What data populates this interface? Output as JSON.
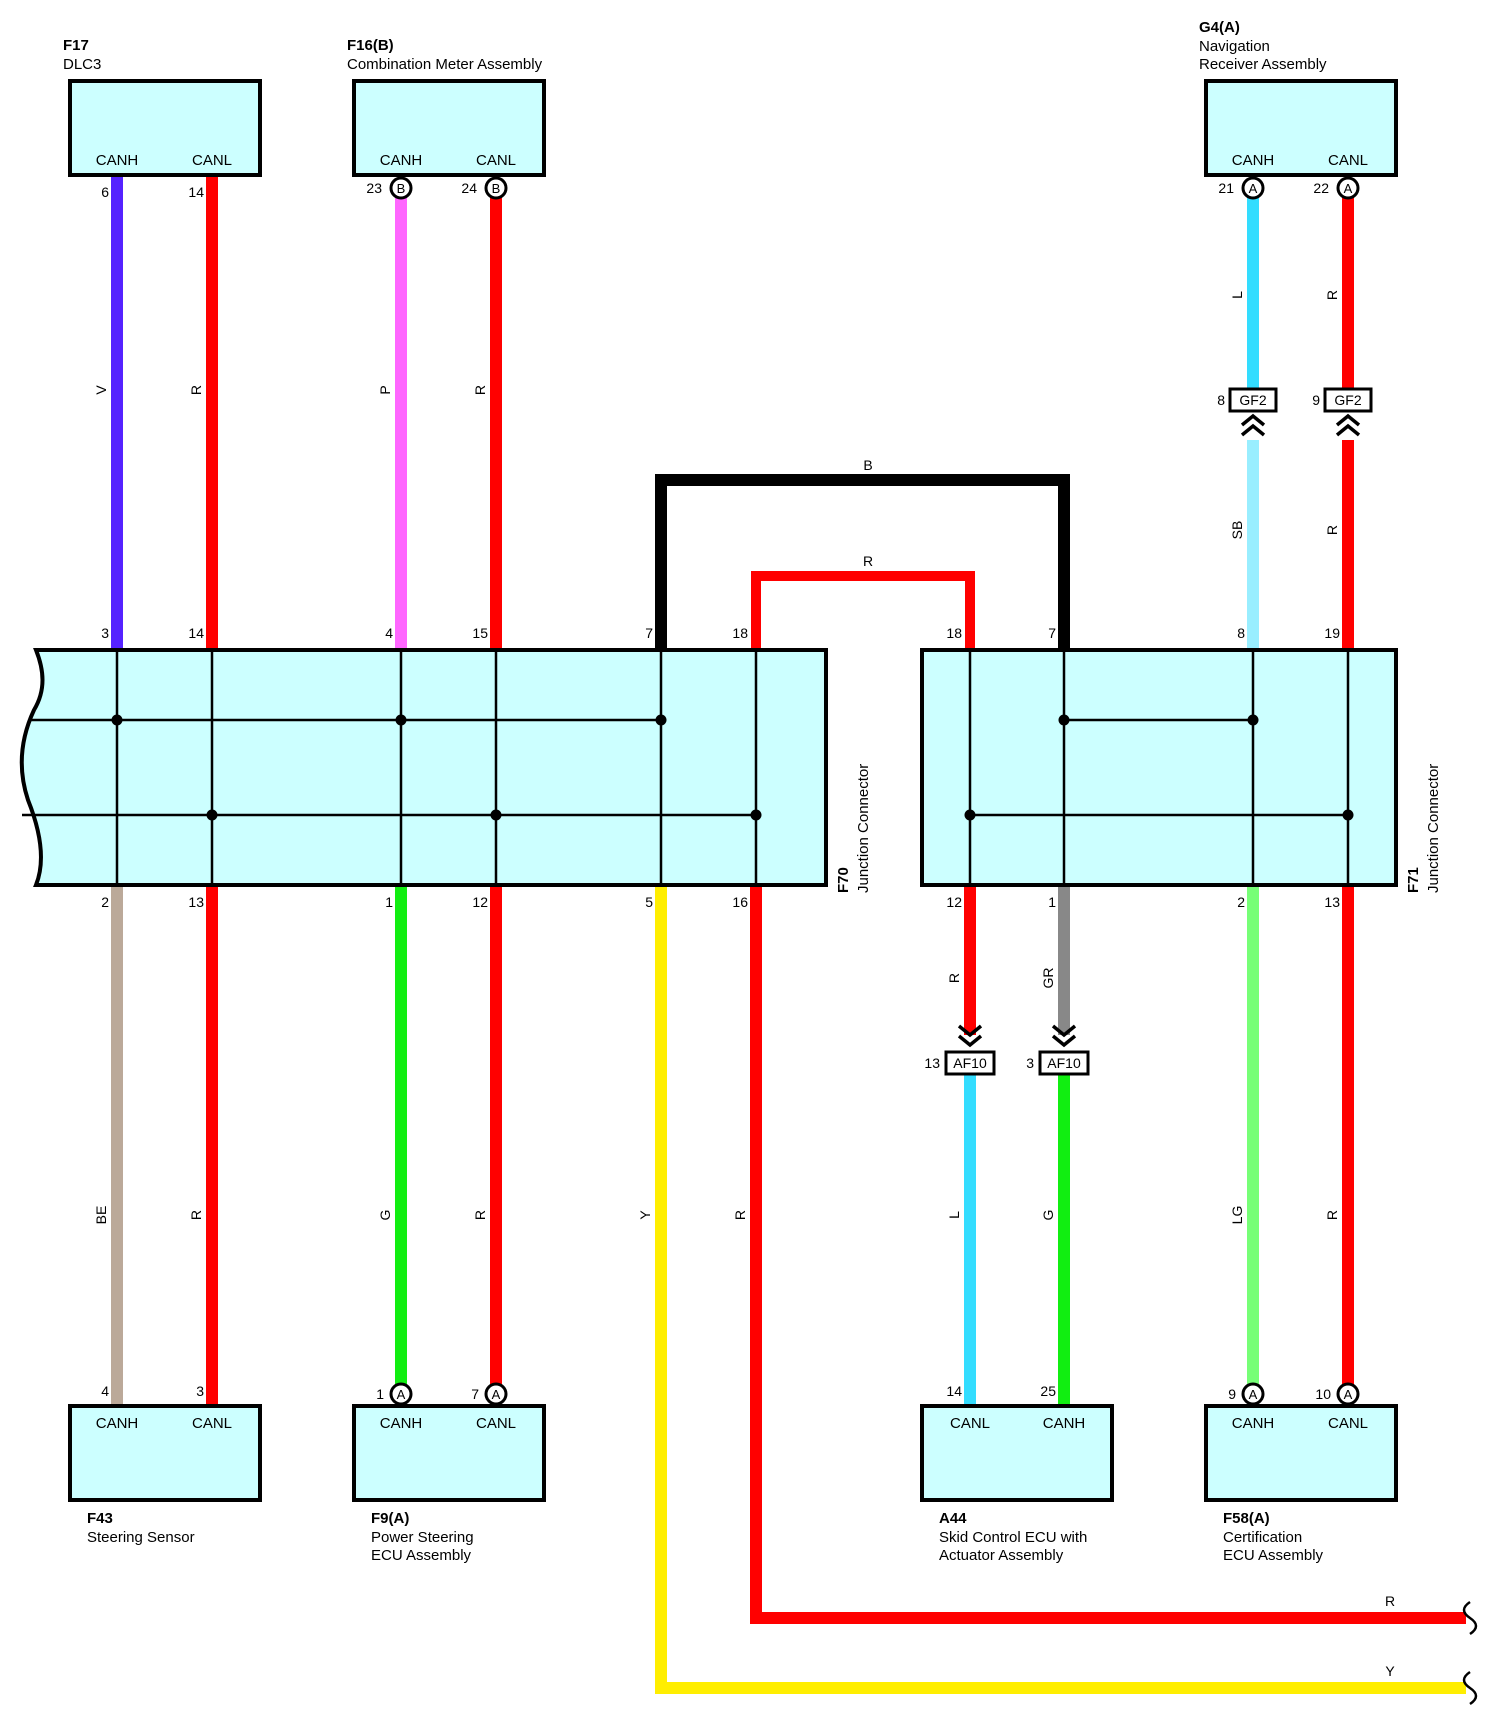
{
  "components": {
    "f17": {
      "code": "F17",
      "name": [
        "DLC3"
      ],
      "pins": [
        "CANH",
        "CANL"
      ],
      "pin_nums": [
        "6",
        "14"
      ]
    },
    "f16": {
      "code": "F16(B)",
      "name": [
        "Combination Meter Assembly"
      ],
      "pins": [
        "CANH",
        "CANL"
      ],
      "pin_nums": [
        "23",
        "24"
      ],
      "badge": "B"
    },
    "g4": {
      "code": "G4(A)",
      "name": [
        "Navigation",
        "Receiver Assembly"
      ],
      "pins": [
        "CANH",
        "CANL"
      ],
      "pin_nums": [
        "21",
        "22"
      ],
      "badge": "A"
    },
    "f43": {
      "code": "F43",
      "name": [
        "Steering Sensor"
      ],
      "pins": [
        "CANH",
        "CANL"
      ],
      "pin_nums": [
        "4",
        "3"
      ]
    },
    "f9": {
      "code": "F9(A)",
      "name": [
        "Power Steering",
        "ECU Assembly"
      ],
      "pins": [
        "CANH",
        "CANL"
      ],
      "pin_nums": [
        "1",
        "7"
      ],
      "badge": "A"
    },
    "a44": {
      "code": "A44",
      "name": [
        "Skid Control ECU with",
        "Actuator Assembly"
      ],
      "pins": [
        "CANL",
        "CANH"
      ],
      "pin_nums": [
        "14",
        "25"
      ]
    },
    "f58": {
      "code": "F58(A)",
      "name": [
        "Certification",
        "ECU Assembly"
      ],
      "pins": [
        "CANH",
        "CANL"
      ],
      "pin_nums": [
        "9",
        "10"
      ],
      "badge": "A"
    }
  },
  "junctions": {
    "f70": {
      "code": "F70",
      "name": "Junction Connector",
      "top_pins": [
        "3",
        "14",
        "4",
        "15",
        "7",
        "18"
      ],
      "bottom_pins": [
        "2",
        "13",
        "1",
        "12",
        "5",
        "16"
      ]
    },
    "f71": {
      "code": "F71",
      "name": "Junction Connector",
      "top_pins": [
        "18",
        "7",
        "8",
        "19"
      ],
      "bottom_pins": [
        "12",
        "1",
        "2",
        "13"
      ]
    }
  },
  "inline_connectors": {
    "gf2_l": {
      "label": "GF2",
      "pin": "8"
    },
    "gf2_r": {
      "label": "GF2",
      "pin": "9"
    },
    "af10_l": {
      "label": "AF10",
      "pin": "13"
    },
    "af10_r": {
      "label": "AF10",
      "pin": "3"
    }
  },
  "wire_labels": {
    "f17_h": "V",
    "f17_l": "R",
    "f16_h": "P",
    "f16_l": "R",
    "g4_h_top": "L",
    "g4_l_top": "R",
    "g4_h_bot": "SB",
    "g4_l_bot": "R",
    "bridge_b": "B",
    "bridge_r": "R",
    "f43_h": "BE",
    "f43_l": "R",
    "f9_h": "G",
    "f9_l": "R",
    "y_wire": "Y",
    "r_wire": "R",
    "a44_l_top": "R",
    "a44_h_top": "GR",
    "a44_l_bot": "L",
    "a44_h_bot": "G",
    "f58_h": "LG",
    "f58_l": "R",
    "exit_r": "R",
    "exit_y": "Y"
  },
  "colors": {
    "V": "#5522ff",
    "R": "#ff0000",
    "P": "#ff66ff",
    "L": "#33ddff",
    "SB": "#99eeff",
    "B": "#000000",
    "BE": "#bba999",
    "G": "#11ee11",
    "Y": "#ffee00",
    "GR": "#888888",
    "LG": "#77ff77",
    "box_fill": "#ccffff"
  }
}
